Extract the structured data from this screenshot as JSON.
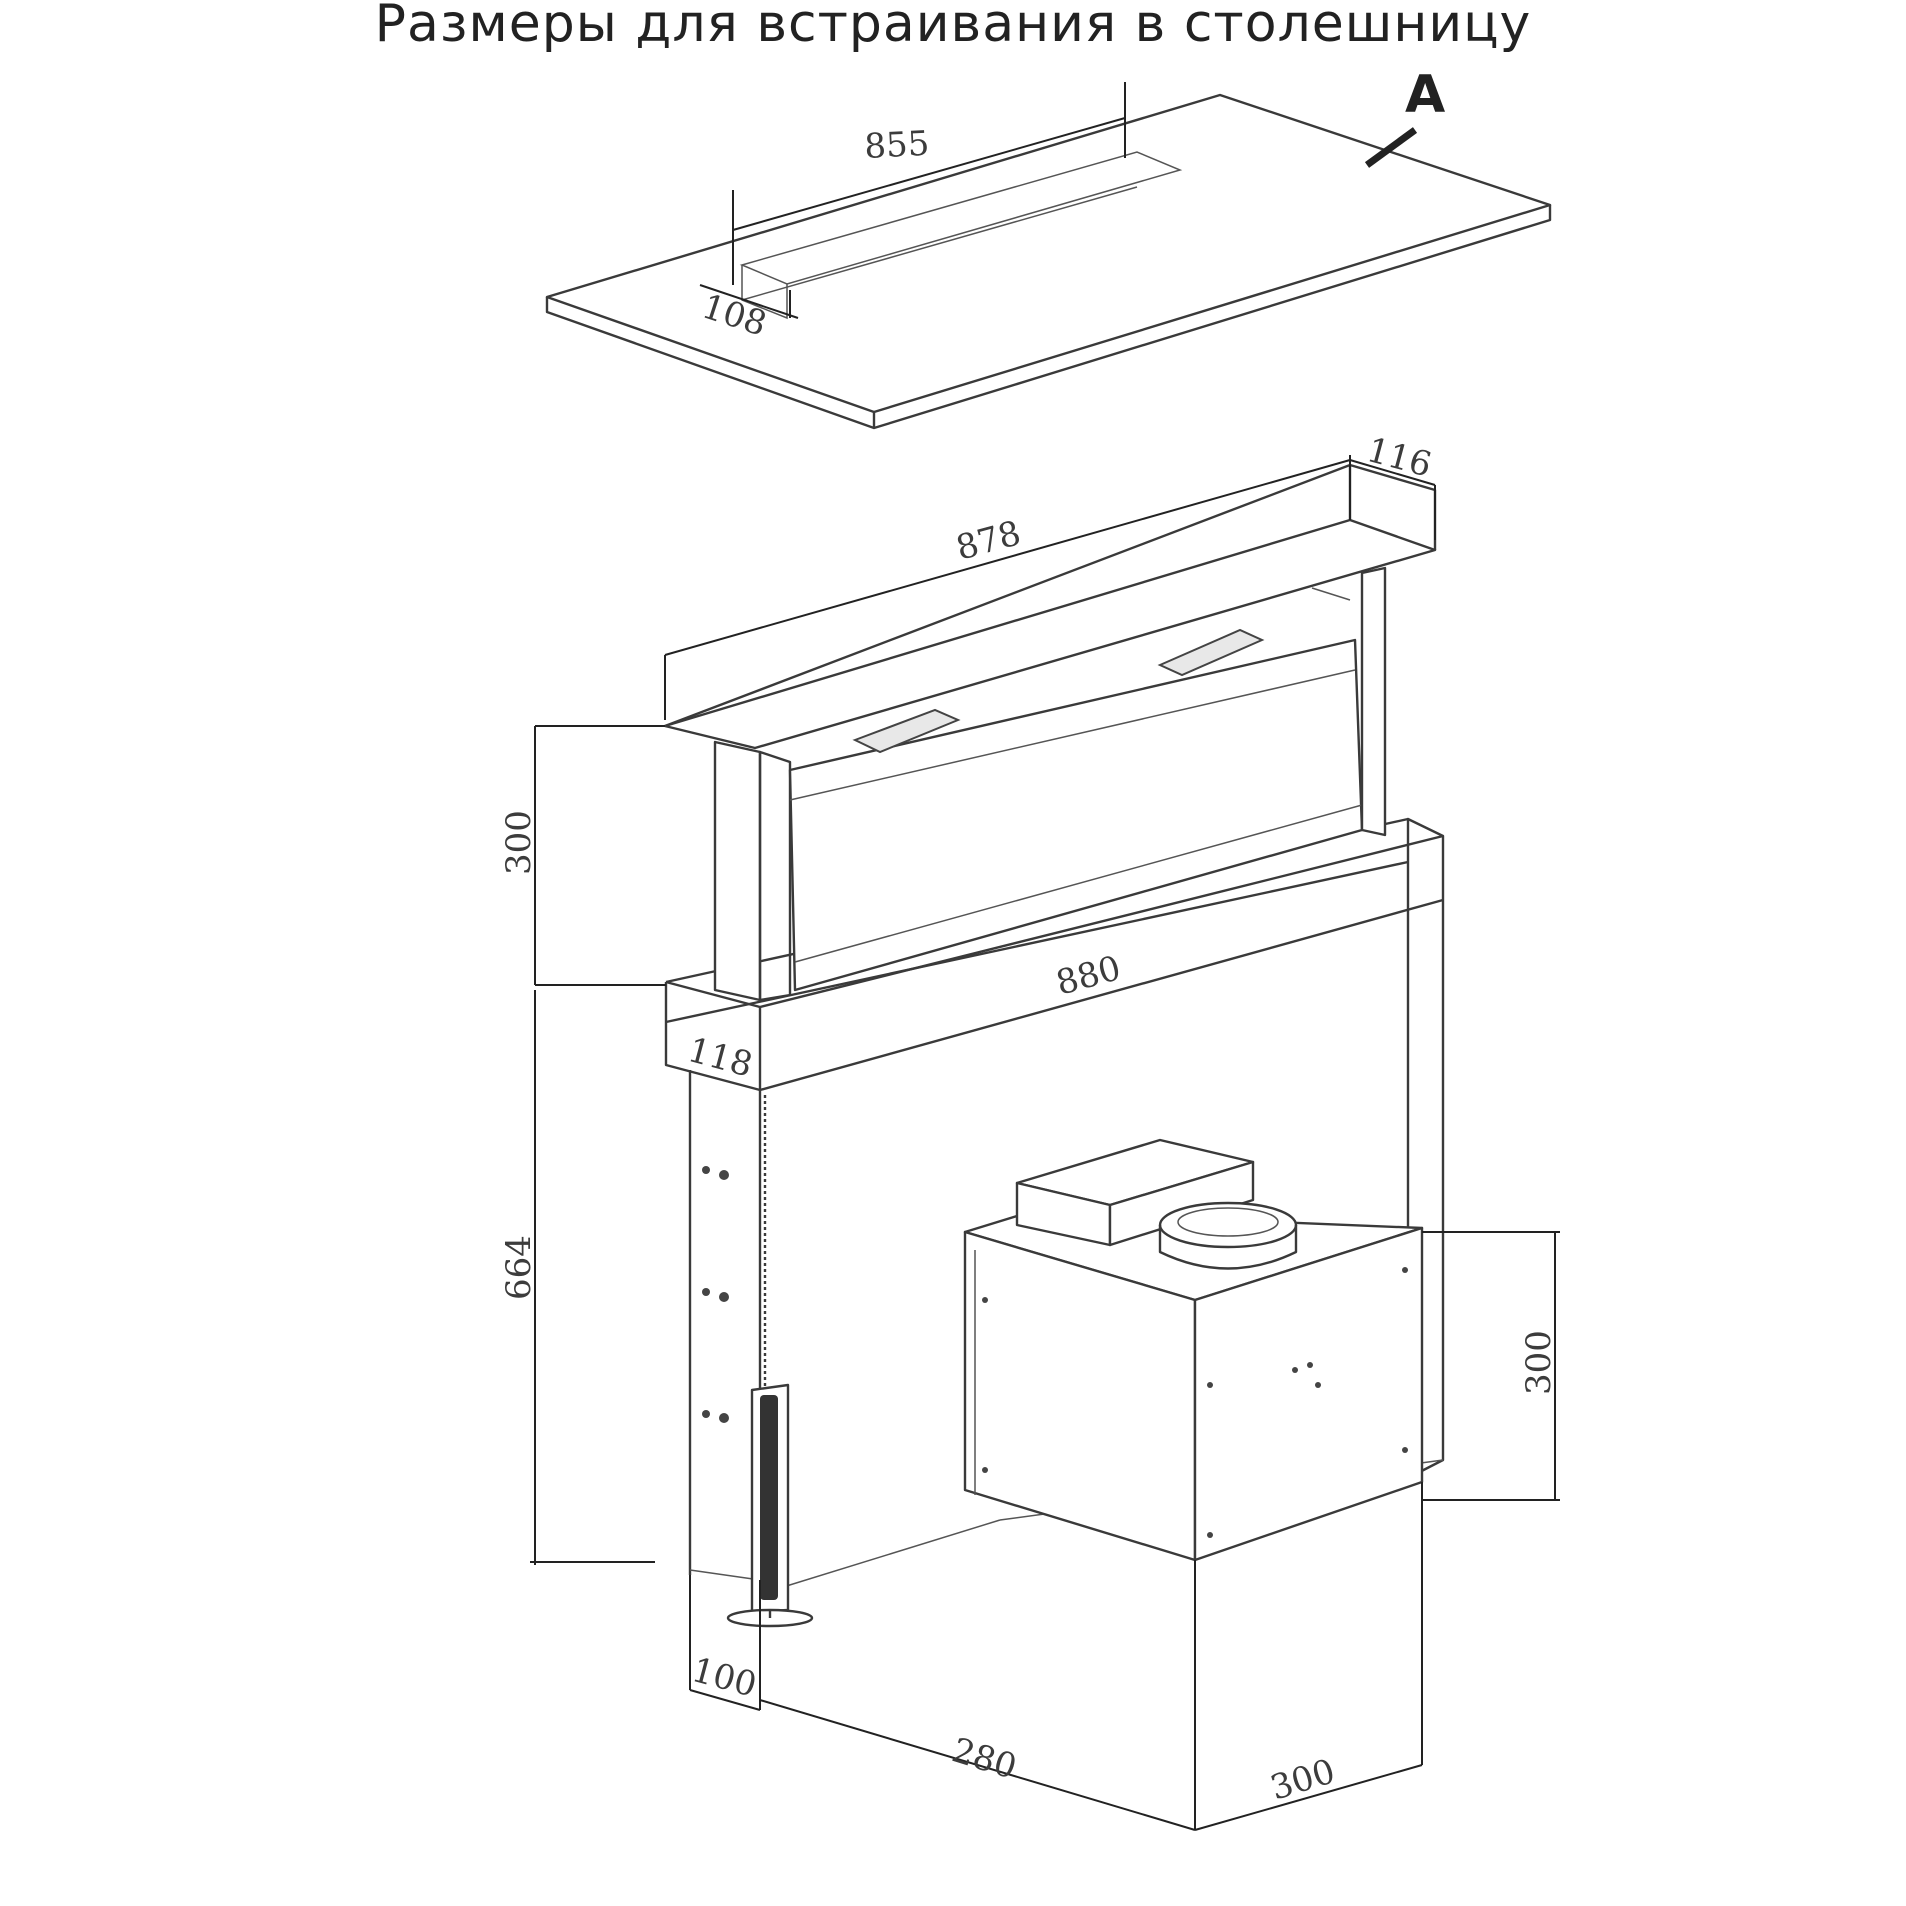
{
  "title": "Размеры для встраивания в столешницу",
  "dimensions": {
    "cutout_length": "855",
    "cutout_width": "108",
    "panel_label": "A",
    "top_width": "878",
    "top_depth": "116",
    "lift_height": "300",
    "housing_width": "880",
    "housing_depth": "118",
    "body_height": "664",
    "body_depth": "100",
    "motor_offset": "280",
    "motor_width": "300",
    "motor_height": "300"
  }
}
